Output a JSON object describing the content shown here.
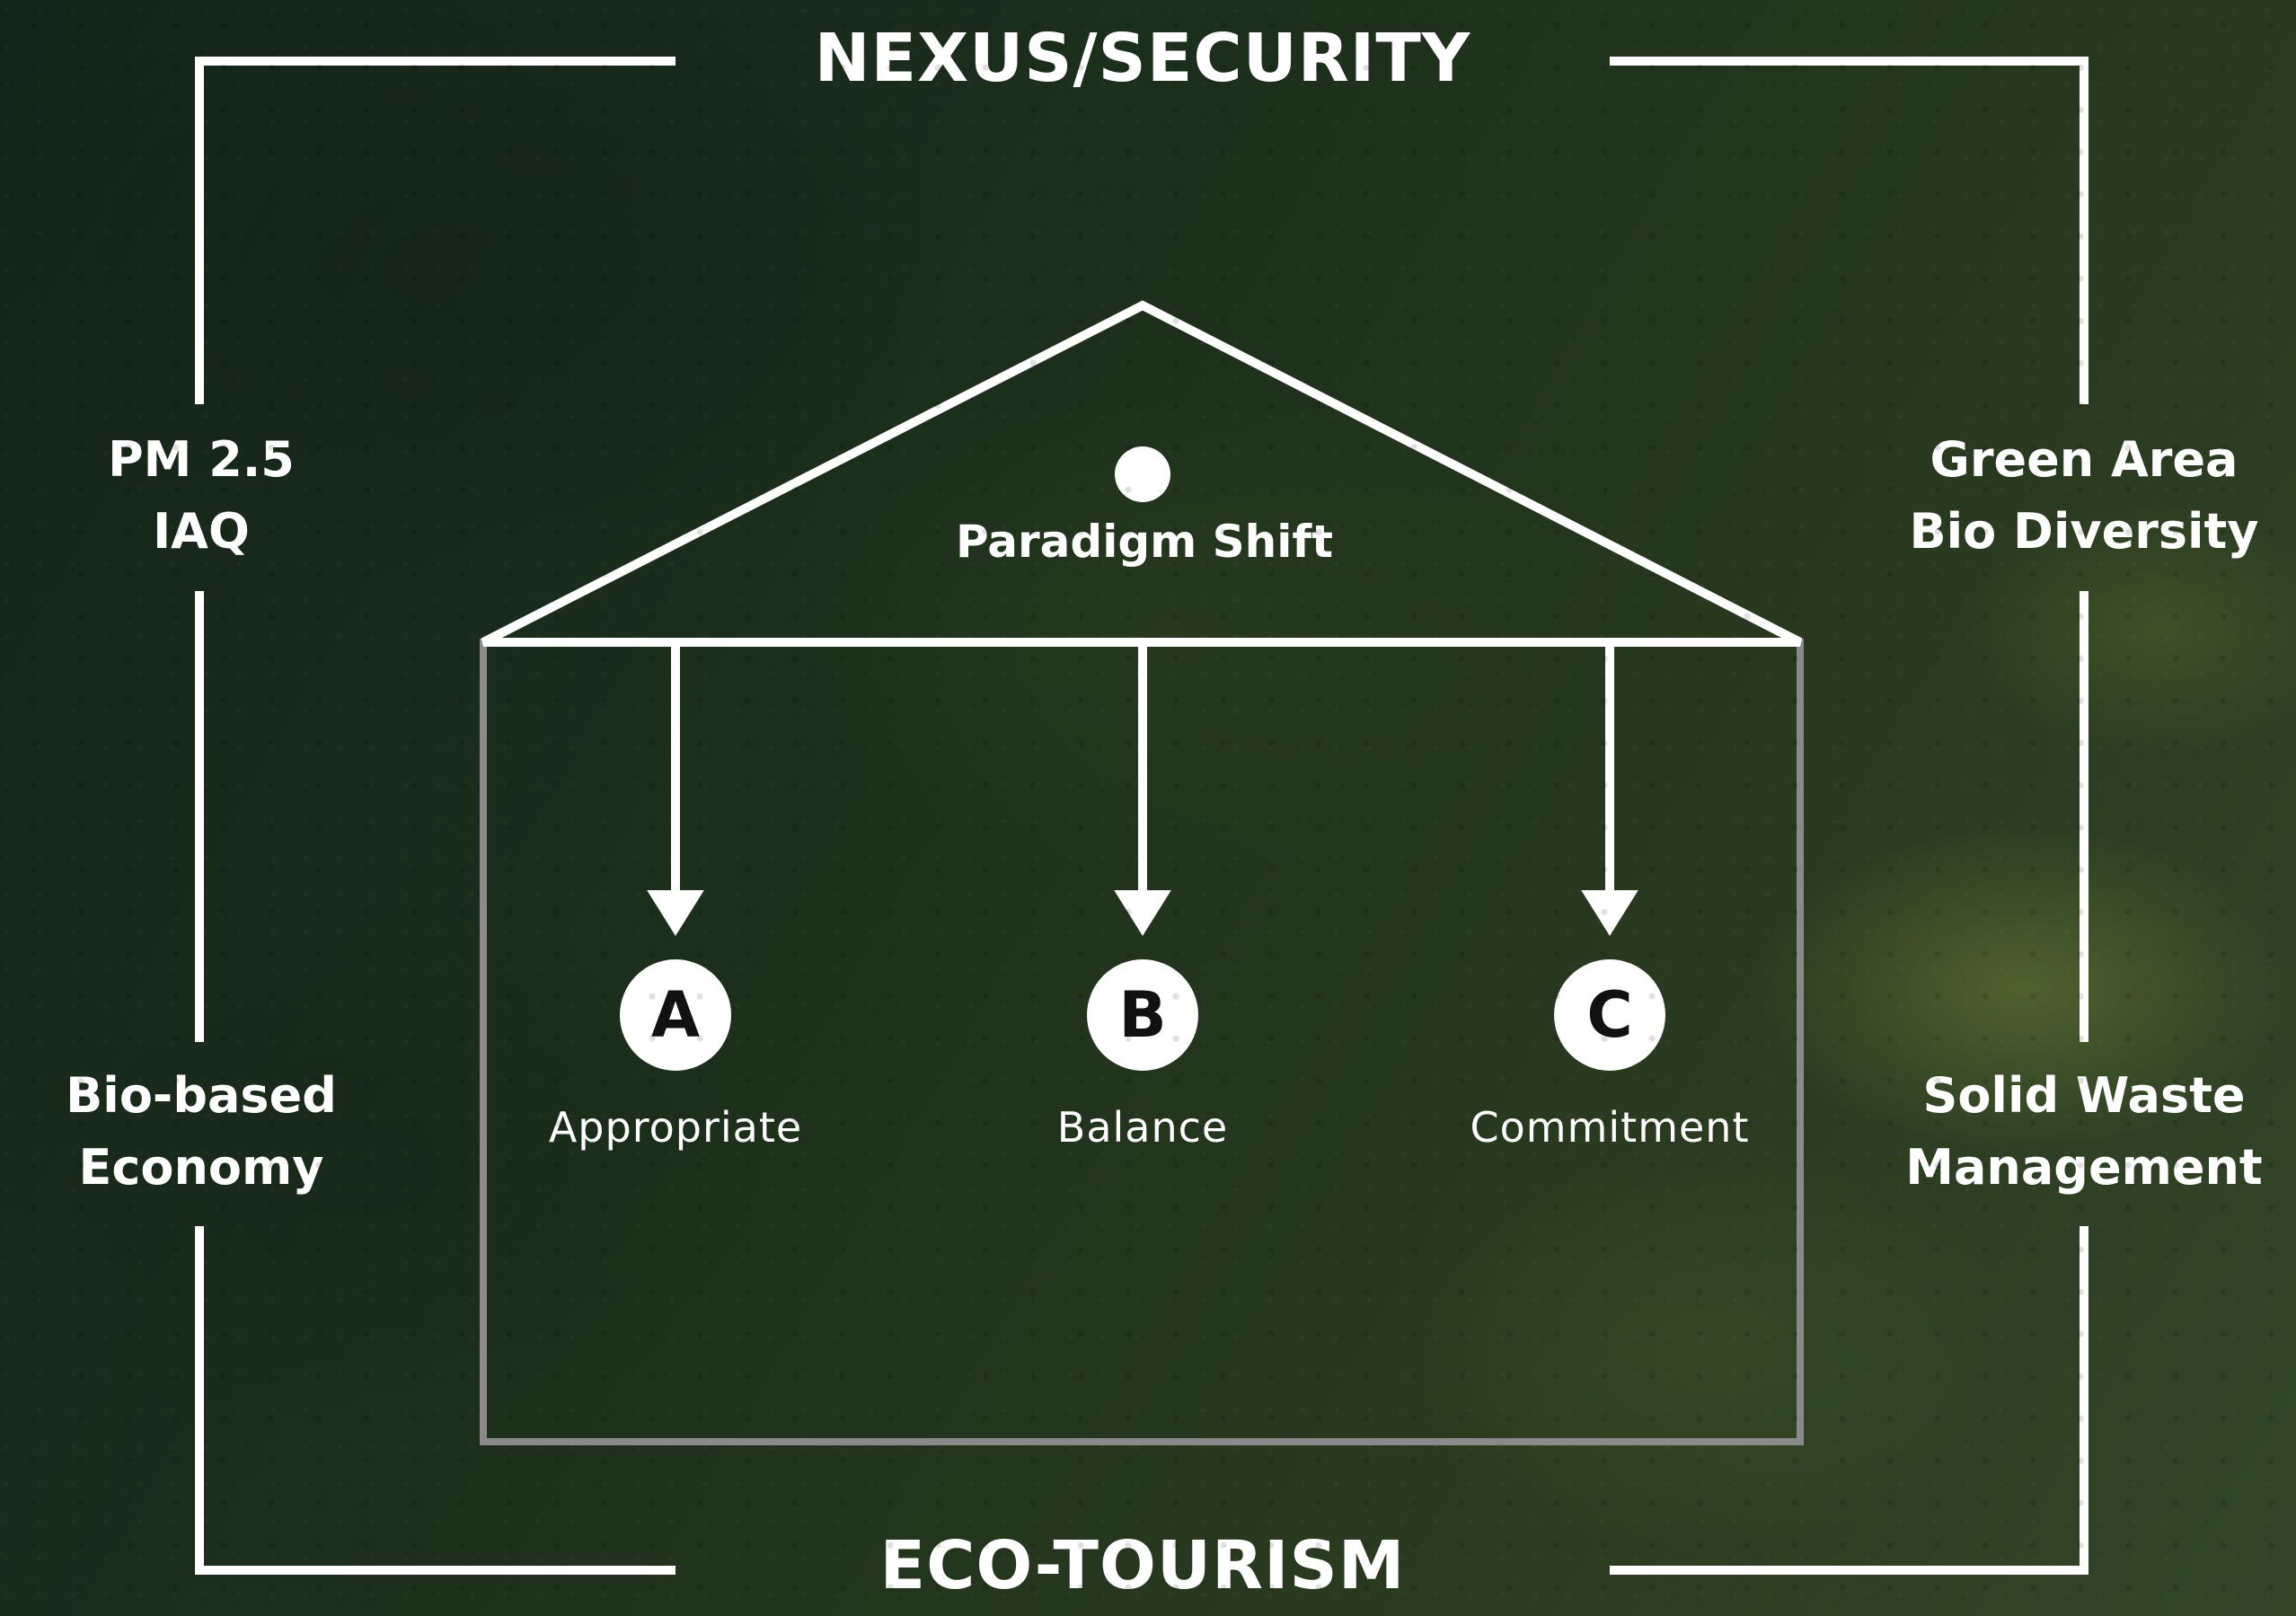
{
  "headings": {
    "top": "NEXUS/SECURITY",
    "bottom": "ECO-TOURISM"
  },
  "left_side": {
    "upper": [
      "PM 2.5",
      "IAQ"
    ],
    "lower": [
      "Bio-based",
      "Economy"
    ]
  },
  "right_side": {
    "upper": [
      "Green Area",
      "Bio Diversity"
    ],
    "lower": [
      "Solid Waste",
      "Management"
    ]
  },
  "center": {
    "title": "Paradigm Shift"
  },
  "pillars": [
    {
      "letter": "A",
      "label": "Appropriate"
    },
    {
      "letter": "B",
      "label": "Balance"
    },
    {
      "letter": "C",
      "label": "Commitment"
    }
  ],
  "colors": {
    "line": "#ffffff",
    "house_body": "#8a8a8a"
  }
}
